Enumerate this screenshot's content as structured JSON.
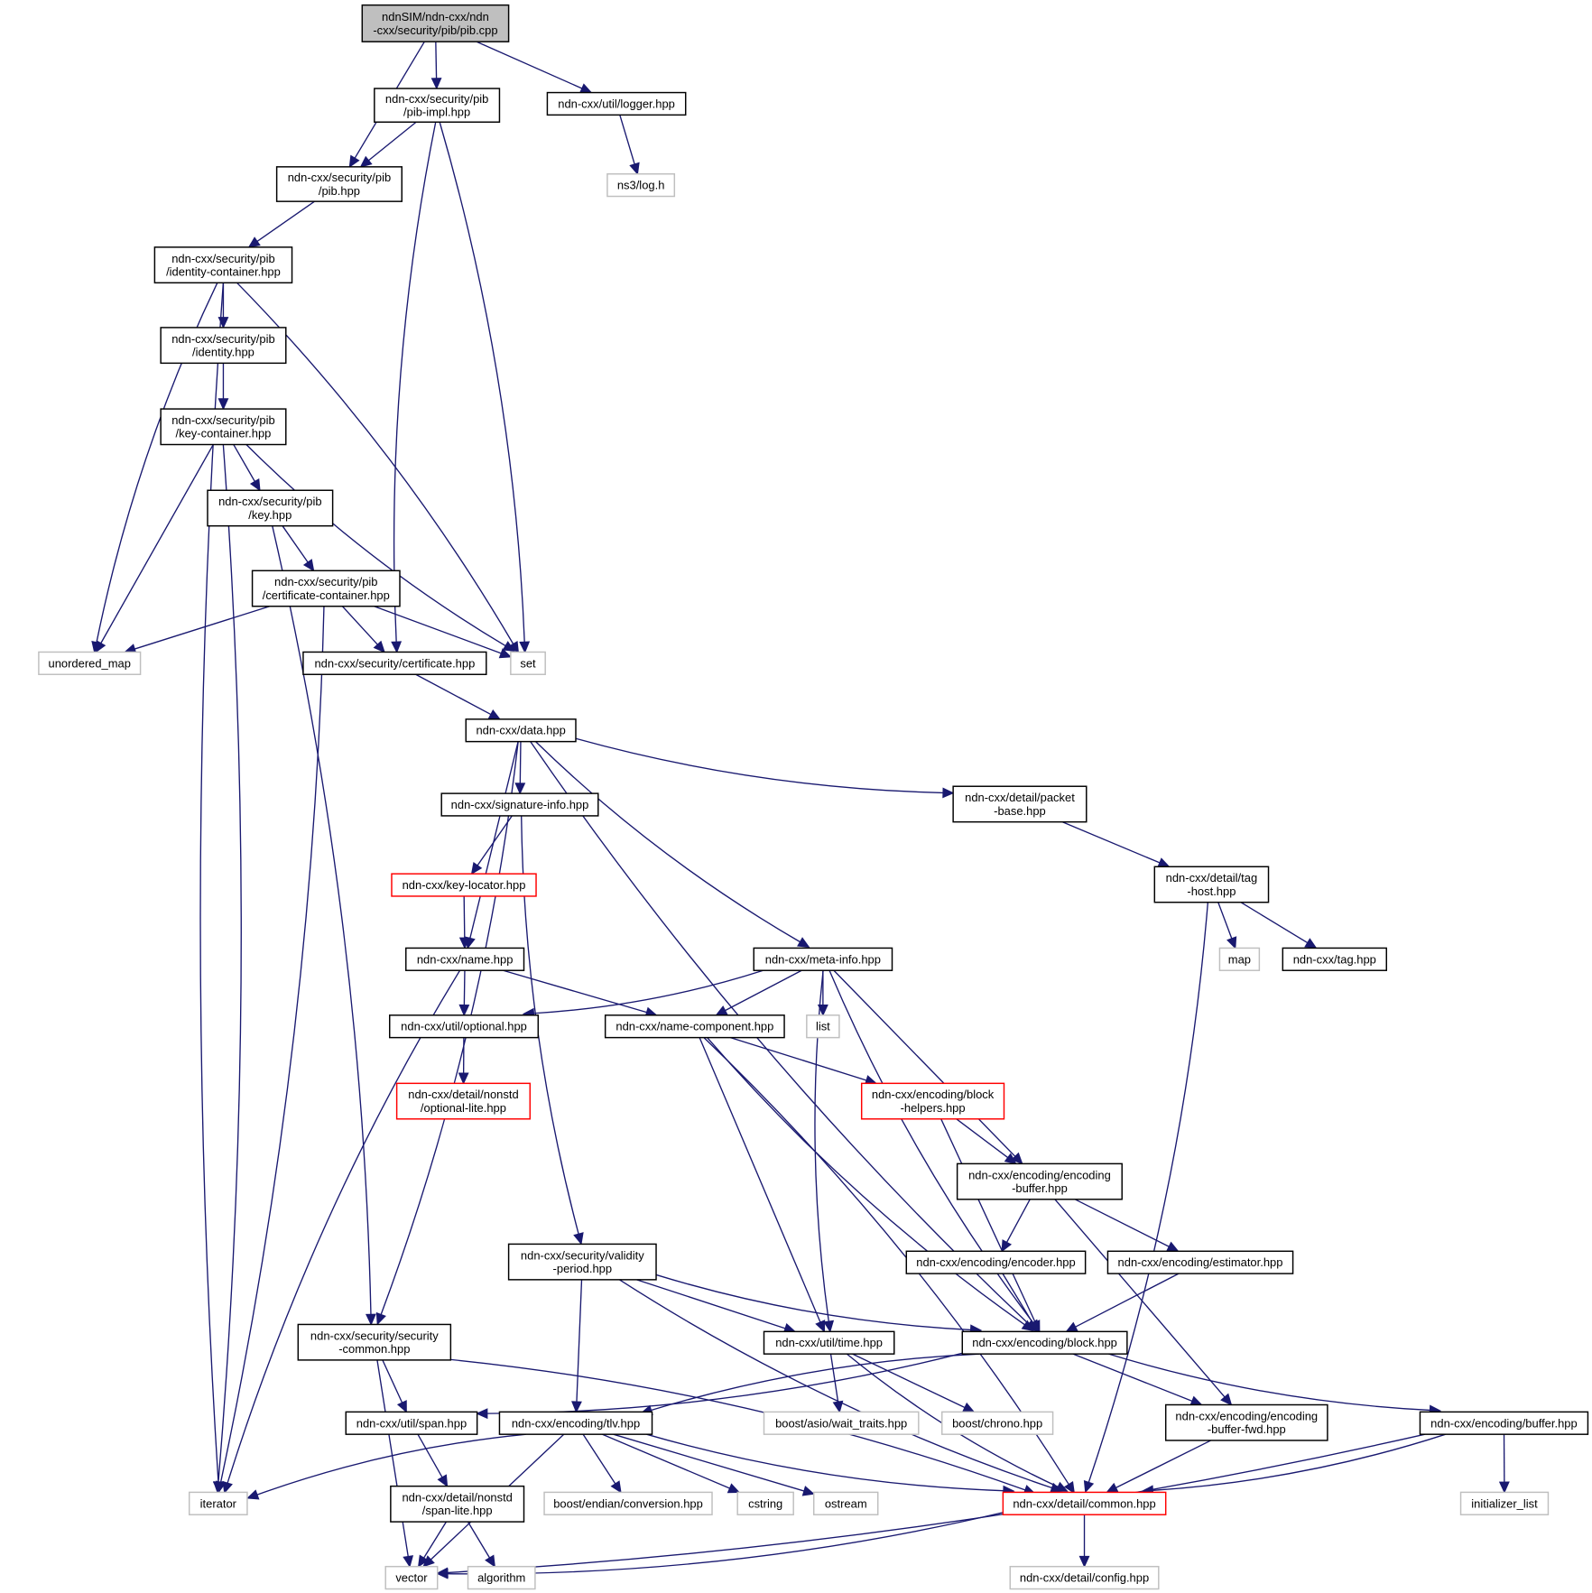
{
  "title": "ndnSIM/ndn-cxx/ndn-cxx/security/pib/pib.cpp include dependency graph",
  "colors": {
    "edge": "#191970",
    "root_fill": "#bfbfbf",
    "documented_border": "#000000",
    "undocumented_border": "#ff0000",
    "external_border": "#bfbfbf"
  },
  "nodes": [
    {
      "id": "pib_cpp",
      "kind": "root",
      "lines": [
        "ndnSIM/ndn-cxx/ndn",
        "-cxx/security/pib/pib.cpp"
      ]
    },
    {
      "id": "pib_impl",
      "kind": "doc",
      "lines": [
        "ndn-cxx/security/pib",
        "/pib-impl.hpp"
      ]
    },
    {
      "id": "logger",
      "kind": "doc",
      "lines": [
        "ndn-cxx/util/logger.hpp"
      ]
    },
    {
      "id": "pib_hpp",
      "kind": "doc",
      "lines": [
        "ndn-cxx/security/pib",
        "/pib.hpp"
      ]
    },
    {
      "id": "ns3log",
      "kind": "ext",
      "lines": [
        "ns3/log.h"
      ]
    },
    {
      "id": "identity_container",
      "kind": "doc",
      "lines": [
        "ndn-cxx/security/pib",
        "/identity-container.hpp"
      ]
    },
    {
      "id": "identity",
      "kind": "doc",
      "lines": [
        "ndn-cxx/security/pib",
        "/identity.hpp"
      ]
    },
    {
      "id": "key_container",
      "kind": "doc",
      "lines": [
        "ndn-cxx/security/pib",
        "/key-container.hpp"
      ]
    },
    {
      "id": "key",
      "kind": "doc",
      "lines": [
        "ndn-cxx/security/pib",
        "/key.hpp"
      ]
    },
    {
      "id": "cert_container",
      "kind": "doc",
      "lines": [
        "ndn-cxx/security/pib",
        "/certificate-container.hpp"
      ]
    },
    {
      "id": "unordered_map",
      "kind": "ext",
      "lines": [
        "unordered_map"
      ]
    },
    {
      "id": "certificate",
      "kind": "doc",
      "lines": [
        "ndn-cxx/security/certificate.hpp"
      ]
    },
    {
      "id": "set",
      "kind": "ext",
      "lines": [
        "set"
      ]
    },
    {
      "id": "data",
      "kind": "doc",
      "lines": [
        "ndn-cxx/data.hpp"
      ]
    },
    {
      "id": "signature_info",
      "kind": "doc",
      "lines": [
        "ndn-cxx/signature-info.hpp"
      ]
    },
    {
      "id": "packet_base",
      "kind": "doc",
      "lines": [
        "ndn-cxx/detail/packet",
        "-base.hpp"
      ]
    },
    {
      "id": "key_locator",
      "kind": "undoc",
      "lines": [
        "ndn-cxx/key-locator.hpp"
      ]
    },
    {
      "id": "tag_host",
      "kind": "doc",
      "lines": [
        "ndn-cxx/detail/tag",
        "-host.hpp"
      ]
    },
    {
      "id": "name",
      "kind": "doc",
      "lines": [
        "ndn-cxx/name.hpp"
      ]
    },
    {
      "id": "meta_info",
      "kind": "doc",
      "lines": [
        "ndn-cxx/meta-info.hpp"
      ]
    },
    {
      "id": "map",
      "kind": "ext",
      "lines": [
        "map"
      ]
    },
    {
      "id": "tag",
      "kind": "doc",
      "lines": [
        "ndn-cxx/tag.hpp"
      ]
    },
    {
      "id": "optional",
      "kind": "doc",
      "lines": [
        "ndn-cxx/util/optional.hpp"
      ]
    },
    {
      "id": "name_component",
      "kind": "doc",
      "lines": [
        "ndn-cxx/name-component.hpp"
      ]
    },
    {
      "id": "list",
      "kind": "ext",
      "lines": [
        "list"
      ]
    },
    {
      "id": "optional_lite",
      "kind": "undoc",
      "lines": [
        "ndn-cxx/detail/nonstd",
        "/optional-lite.hpp"
      ]
    },
    {
      "id": "block_helpers",
      "kind": "undoc",
      "lines": [
        "ndn-cxx/encoding/block",
        "-helpers.hpp"
      ]
    },
    {
      "id": "encoding_buffer",
      "kind": "doc",
      "lines": [
        "ndn-cxx/encoding/encoding",
        "-buffer.hpp"
      ]
    },
    {
      "id": "validity_period",
      "kind": "doc",
      "lines": [
        "ndn-cxx/security/validity",
        "-period.hpp"
      ]
    },
    {
      "id": "encoder",
      "kind": "doc",
      "lines": [
        "ndn-cxx/encoding/encoder.hpp"
      ]
    },
    {
      "id": "estimator",
      "kind": "doc",
      "lines": [
        "ndn-cxx/encoding/estimator.hpp"
      ]
    },
    {
      "id": "security_common",
      "kind": "doc",
      "lines": [
        "ndn-cxx/security/security",
        "-common.hpp"
      ]
    },
    {
      "id": "time",
      "kind": "doc",
      "lines": [
        "ndn-cxx/util/time.hpp"
      ]
    },
    {
      "id": "block",
      "kind": "doc",
      "lines": [
        "ndn-cxx/encoding/block.hpp"
      ]
    },
    {
      "id": "span",
      "kind": "doc",
      "lines": [
        "ndn-cxx/util/span.hpp"
      ]
    },
    {
      "id": "tlv",
      "kind": "doc",
      "lines": [
        "ndn-cxx/encoding/tlv.hpp"
      ]
    },
    {
      "id": "wait_traits",
      "kind": "ext",
      "lines": [
        "boost/asio/wait_traits.hpp"
      ]
    },
    {
      "id": "chrono",
      "kind": "ext",
      "lines": [
        "boost/chrono.hpp"
      ]
    },
    {
      "id": "encoding_buffer_fwd",
      "kind": "doc",
      "lines": [
        "ndn-cxx/encoding/encoding",
        "-buffer-fwd.hpp"
      ]
    },
    {
      "id": "buffer",
      "kind": "doc",
      "lines": [
        "ndn-cxx/encoding/buffer.hpp"
      ]
    },
    {
      "id": "iterator",
      "kind": "ext",
      "lines": [
        "iterator"
      ]
    },
    {
      "id": "span_lite",
      "kind": "doc",
      "lines": [
        "ndn-cxx/detail/nonstd",
        "/span-lite.hpp"
      ]
    },
    {
      "id": "endian",
      "kind": "ext",
      "lines": [
        "boost/endian/conversion.hpp"
      ]
    },
    {
      "id": "cstring",
      "kind": "ext",
      "lines": [
        "cstring"
      ]
    },
    {
      "id": "ostream",
      "kind": "ext",
      "lines": [
        "ostream"
      ]
    },
    {
      "id": "common",
      "kind": "undoc",
      "lines": [
        "ndn-cxx/detail/common.hpp"
      ]
    },
    {
      "id": "initializer_list",
      "kind": "ext",
      "lines": [
        "initializer_list"
      ]
    },
    {
      "id": "vector",
      "kind": "ext",
      "lines": [
        "vector"
      ]
    },
    {
      "id": "algorithm",
      "kind": "ext",
      "lines": [
        "algorithm"
      ]
    },
    {
      "id": "config",
      "kind": "ext",
      "lines": [
        "ndn-cxx/detail/config.hpp"
      ]
    }
  ],
  "edges": [
    [
      "pib_cpp",
      "pib_impl"
    ],
    [
      "pib_cpp",
      "logger"
    ],
    [
      "pib_cpp",
      "pib_hpp"
    ],
    [
      "logger",
      "ns3log"
    ],
    [
      "pib_impl",
      "pib_hpp"
    ],
    [
      "pib_impl",
      "certificate"
    ],
    [
      "pib_impl",
      "set"
    ],
    [
      "pib_hpp",
      "identity_container"
    ],
    [
      "identity_container",
      "identity"
    ],
    [
      "identity_container",
      "unordered_map"
    ],
    [
      "identity_container",
      "set"
    ],
    [
      "identity_container",
      "iterator"
    ],
    [
      "identity",
      "key_container"
    ],
    [
      "key_container",
      "key"
    ],
    [
      "key_container",
      "unordered_map"
    ],
    [
      "key_container",
      "set"
    ],
    [
      "key_container",
      "iterator"
    ],
    [
      "key",
      "cert_container"
    ],
    [
      "key",
      "security_common"
    ],
    [
      "cert_container",
      "unordered_map"
    ],
    [
      "cert_container",
      "certificate"
    ],
    [
      "cert_container",
      "set"
    ],
    [
      "cert_container",
      "iterator"
    ],
    [
      "certificate",
      "data"
    ],
    [
      "data",
      "signature_info"
    ],
    [
      "data",
      "packet_base"
    ],
    [
      "data",
      "name"
    ],
    [
      "data",
      "meta_info"
    ],
    [
      "data",
      "security_common"
    ],
    [
      "data",
      "block"
    ],
    [
      "signature_info",
      "key_locator"
    ],
    [
      "signature_info",
      "validity_period"
    ],
    [
      "packet_base",
      "tag_host"
    ],
    [
      "key_locator",
      "name"
    ],
    [
      "tag_host",
      "map"
    ],
    [
      "tag_host",
      "tag"
    ],
    [
      "tag_host",
      "common"
    ],
    [
      "name",
      "optional"
    ],
    [
      "name",
      "name_component"
    ],
    [
      "name",
      "iterator"
    ],
    [
      "meta_info",
      "optional"
    ],
    [
      "meta_info",
      "name_component"
    ],
    [
      "meta_info",
      "list"
    ],
    [
      "meta_info",
      "time"
    ],
    [
      "meta_info",
      "encoding_buffer"
    ],
    [
      "meta_info",
      "block"
    ],
    [
      "optional",
      "optional_lite"
    ],
    [
      "name_component",
      "block_helpers"
    ],
    [
      "name_component",
      "time"
    ],
    [
      "name_component",
      "block"
    ],
    [
      "name_component",
      "common"
    ],
    [
      "block_helpers",
      "encoding_buffer"
    ],
    [
      "block_helpers",
      "block"
    ],
    [
      "encoding_buffer",
      "encoder"
    ],
    [
      "encoding_buffer",
      "estimator"
    ],
    [
      "encoding_buffer",
      "encoding_buffer_fwd"
    ],
    [
      "encoder",
      "block"
    ],
    [
      "estimator",
      "block"
    ],
    [
      "validity_period",
      "time"
    ],
    [
      "validity_period",
      "block"
    ],
    [
      "validity_period",
      "tlv"
    ],
    [
      "validity_period",
      "common"
    ],
    [
      "security_common",
      "span"
    ],
    [
      "security_common",
      "vector"
    ],
    [
      "security_common",
      "common"
    ],
    [
      "time",
      "wait_traits"
    ],
    [
      "time",
      "chrono"
    ],
    [
      "time",
      "common"
    ],
    [
      "block",
      "span"
    ],
    [
      "block",
      "tlv"
    ],
    [
      "block",
      "encoding_buffer_fwd"
    ],
    [
      "block",
      "buffer"
    ],
    [
      "span",
      "span_lite"
    ],
    [
      "tlv",
      "iterator"
    ],
    [
      "tlv",
      "endian"
    ],
    [
      "tlv",
      "cstring"
    ],
    [
      "tlv",
      "ostream"
    ],
    [
      "tlv",
      "common"
    ],
    [
      "tlv",
      "vector"
    ],
    [
      "encoding_buffer_fwd",
      "common"
    ],
    [
      "buffer",
      "common"
    ],
    [
      "buffer",
      "initializer_list"
    ],
    [
      "buffer",
      "vector"
    ],
    [
      "span_lite",
      "vector"
    ],
    [
      "span_lite",
      "algorithm"
    ],
    [
      "common",
      "config"
    ],
    [
      "common",
      "vector"
    ]
  ]
}
